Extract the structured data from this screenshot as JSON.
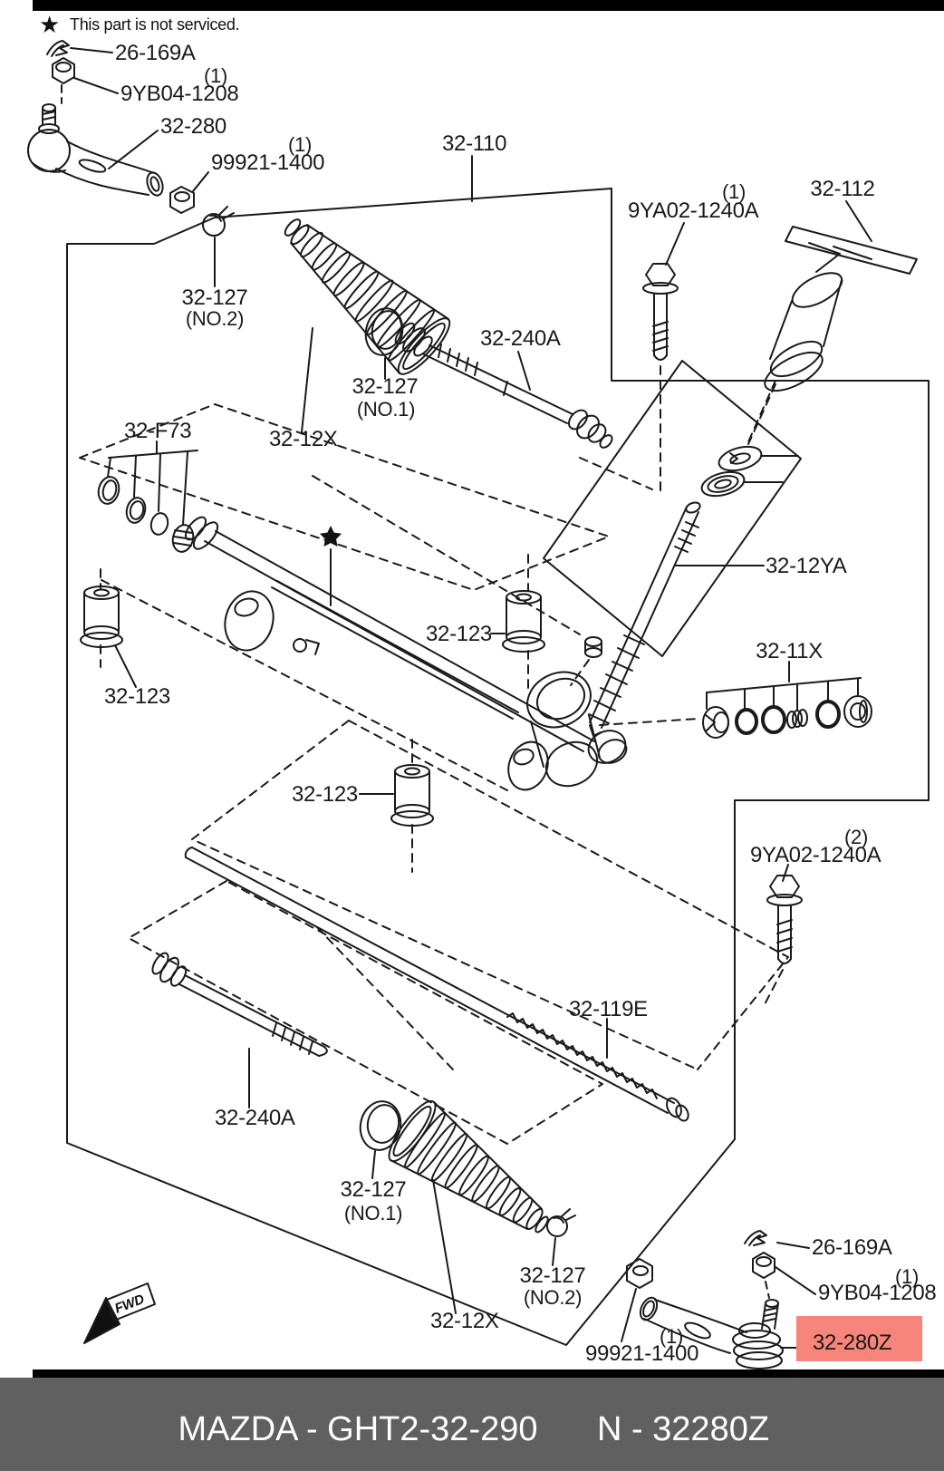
{
  "note": {
    "star": "★",
    "text": "This part is not serviced."
  },
  "colors": {
    "ink": "#1a1a1a",
    "footer_bg": "#606060",
    "footer_fg": "#ffffff",
    "highlight_bg": "#f8857b",
    "highlight_fg": "#8a1a12"
  },
  "footer": {
    "left": "MAZDA - GHT2-32-290",
    "right": "N - 32280Z"
  },
  "fwd_label": "FWD",
  "labels": {
    "l26_169a_top": "26-169A",
    "q_9yb04_top": "(1)",
    "l9yb04_top": "9YB04-1208",
    "l32_280": "32-280",
    "q_99921_top": "(1)",
    "l99921_top": "99921-1400",
    "l32_110": "32-110",
    "q_9ya02_1": "(1)",
    "l9ya02_1": "9YA02-1240A",
    "l32_112": "32-112",
    "l32_127_no2_top": "32-127",
    "s32_127_no2_top": "(NO.2)",
    "l32_12x_top": "32-12X",
    "l32_127_no1_top": "32-127",
    "s32_127_no1_top": "(NO.1)",
    "l32_240a_top": "32-240A",
    "l32_f73": "32-F73",
    "l32_123_left": "32-123",
    "l32_123_right": "32-123",
    "l32_123_bottom": "32-123",
    "l32_12ya": "32-12YA",
    "l32_11x": "32-11X",
    "q_9ya02_2": "(2)",
    "l9ya02_2": "9YA02-1240A",
    "l32_119e": "32-119E",
    "l32_240a_bot": "32-240A",
    "l32_127_no1_bot": "32-127",
    "s32_127_no1_bot": "(NO.1)",
    "l32_12x_bot": "32-12X",
    "l32_127_no2_bot": "32-127",
    "s32_127_no2_bot": "(NO.2)",
    "q_99921_bot": "(1)",
    "l99921_bot": "99921-1400",
    "l26_169a_bot": "26-169A",
    "q_9yb04_bot": "(1)",
    "l9yb04_bot": "9YB04-1208",
    "l32_280z": "32-280Z"
  }
}
